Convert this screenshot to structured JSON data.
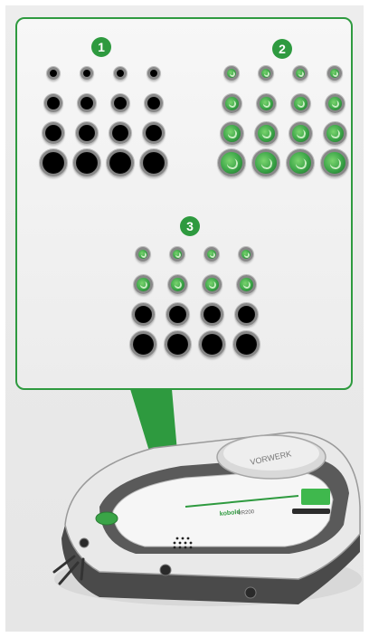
{
  "panel": {
    "groups": [
      {
        "label": "1",
        "rows": [
          "black",
          "black",
          "black",
          "black"
        ]
      },
      {
        "label": "2",
        "rows": [
          "green",
          "green",
          "green",
          "green"
        ]
      },
      {
        "label": "3",
        "rows": [
          "green",
          "green",
          "black",
          "black"
        ]
      }
    ]
  },
  "robot": {
    "brand_lid": "VORWERK",
    "brand_body": "kobold",
    "model": "VR200"
  },
  "colors": {
    "green": "#2e9a3f",
    "frame_bg": "#ececec"
  }
}
